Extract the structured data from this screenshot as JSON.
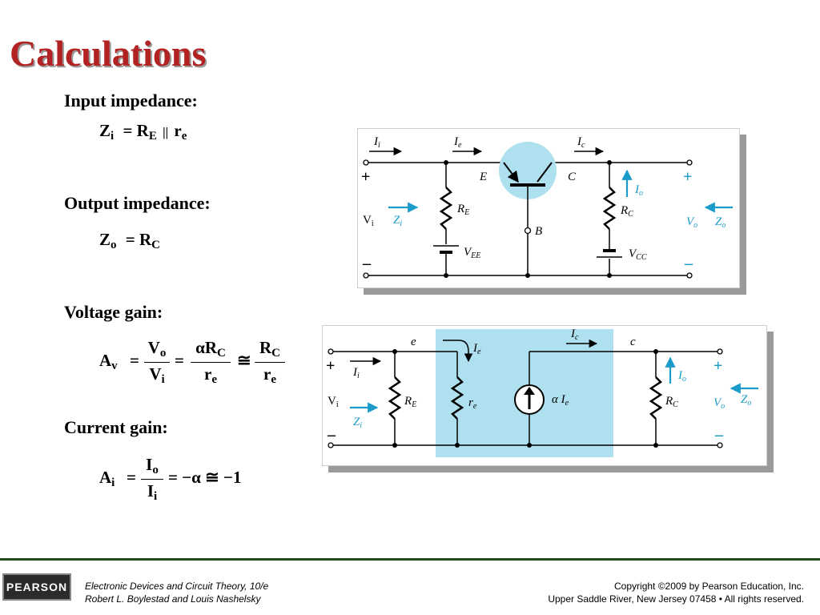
{
  "slide": {
    "title": "Calculations",
    "input": {
      "heading": "Input impedance:",
      "lhs_main": "Z",
      "lhs_sub": "i",
      "rhs_r": "R",
      "rhs_r_sub": "E",
      "parallel": "||",
      "rhs_re": "r",
      "rhs_re_sub": "e"
    },
    "output": {
      "heading": "Output impedance:",
      "lhs_main": "Z",
      "lhs_sub": "o",
      "rhs_main": "R",
      "rhs_sub": "C"
    },
    "voltage": {
      "heading": "Voltage gain:",
      "lhs_main": "A",
      "lhs_sub": "v",
      "f1_num_main": "V",
      "f1_num_sub": "o",
      "f1_den_main": "V",
      "f1_den_sub": "i",
      "f2_num_main": "αR",
      "f2_num_sub": "C",
      "f2_den_main": "r",
      "f2_den_sub": "e",
      "approx": "≅",
      "f3_num_main": "R",
      "f3_num_sub": "C",
      "f3_den_main": "r",
      "f3_den_sub": "e"
    },
    "current": {
      "heading": "Current gain:",
      "lhs_main": "A",
      "lhs_sub": "i",
      "f_num_main": "I",
      "f_num_sub": "o",
      "f_den_main": "I",
      "f_den_sub": "i",
      "rhs": "= −α ≅ −1"
    },
    "equals": "="
  },
  "circuit1": {
    "plus": "+",
    "minus": "–",
    "Ii": "I",
    "Ii_sub": "i",
    "Ie": "I",
    "Ie_sub": "e",
    "Ic": "I",
    "Ic_sub": "c",
    "E": "E",
    "C": "C",
    "B": "B",
    "Io": "I",
    "Io_sub": "o",
    "Vi": "V",
    "Vi_sub": "i",
    "Zi": "Z",
    "Zi_sub": "i",
    "RE": "R",
    "RE_sub": "E",
    "RC": "R",
    "RC_sub": "C",
    "VEE": "V",
    "VEE_sub": "EE",
    "VCC": "V",
    "VCC_sub": "CC",
    "Vo": "V",
    "Vo_sub": "o",
    "Zo": "Z",
    "Zo_sub": "o"
  },
  "circuit2": {
    "plus": "+",
    "minus": "–",
    "Ii": "I",
    "Ii_sub": "i",
    "e": "e",
    "c": "c",
    "Ie": "I",
    "Ie_sub": "e",
    "Ic": "I",
    "Ic_sub": "c",
    "Vi": "V",
    "Vi_sub": "i",
    "Zi": "Z",
    "Zi_sub": "i",
    "RE": "R",
    "RE_sub": "E",
    "re": "r",
    "re_sub": "e",
    "alphaIe": "α I",
    "alphaIe_sub": "e",
    "Io": "I",
    "Io_sub": "o",
    "RC": "R",
    "RC_sub": "C",
    "Vo": "V",
    "Vo_sub": "o",
    "Zo": "Z",
    "Zo_sub": "o"
  },
  "footer": {
    "logo": "PEARSON",
    "book_line1": "Electronic Devices and Circuit Theory, 10/e",
    "book_line2": "Robert L. Boylestad and Louis Nashelsky",
    "copyright_line1": "Copyright ©2009 by Pearson Education, Inc.",
    "copyright_line2": "Upper Saddle River, New Jersey 07458 • All rights reserved."
  },
  "colors": {
    "title": "#b22222",
    "accent": "#1a9bc9",
    "highlight": "#aee0ef",
    "footer_line": "#1f4d1f"
  }
}
